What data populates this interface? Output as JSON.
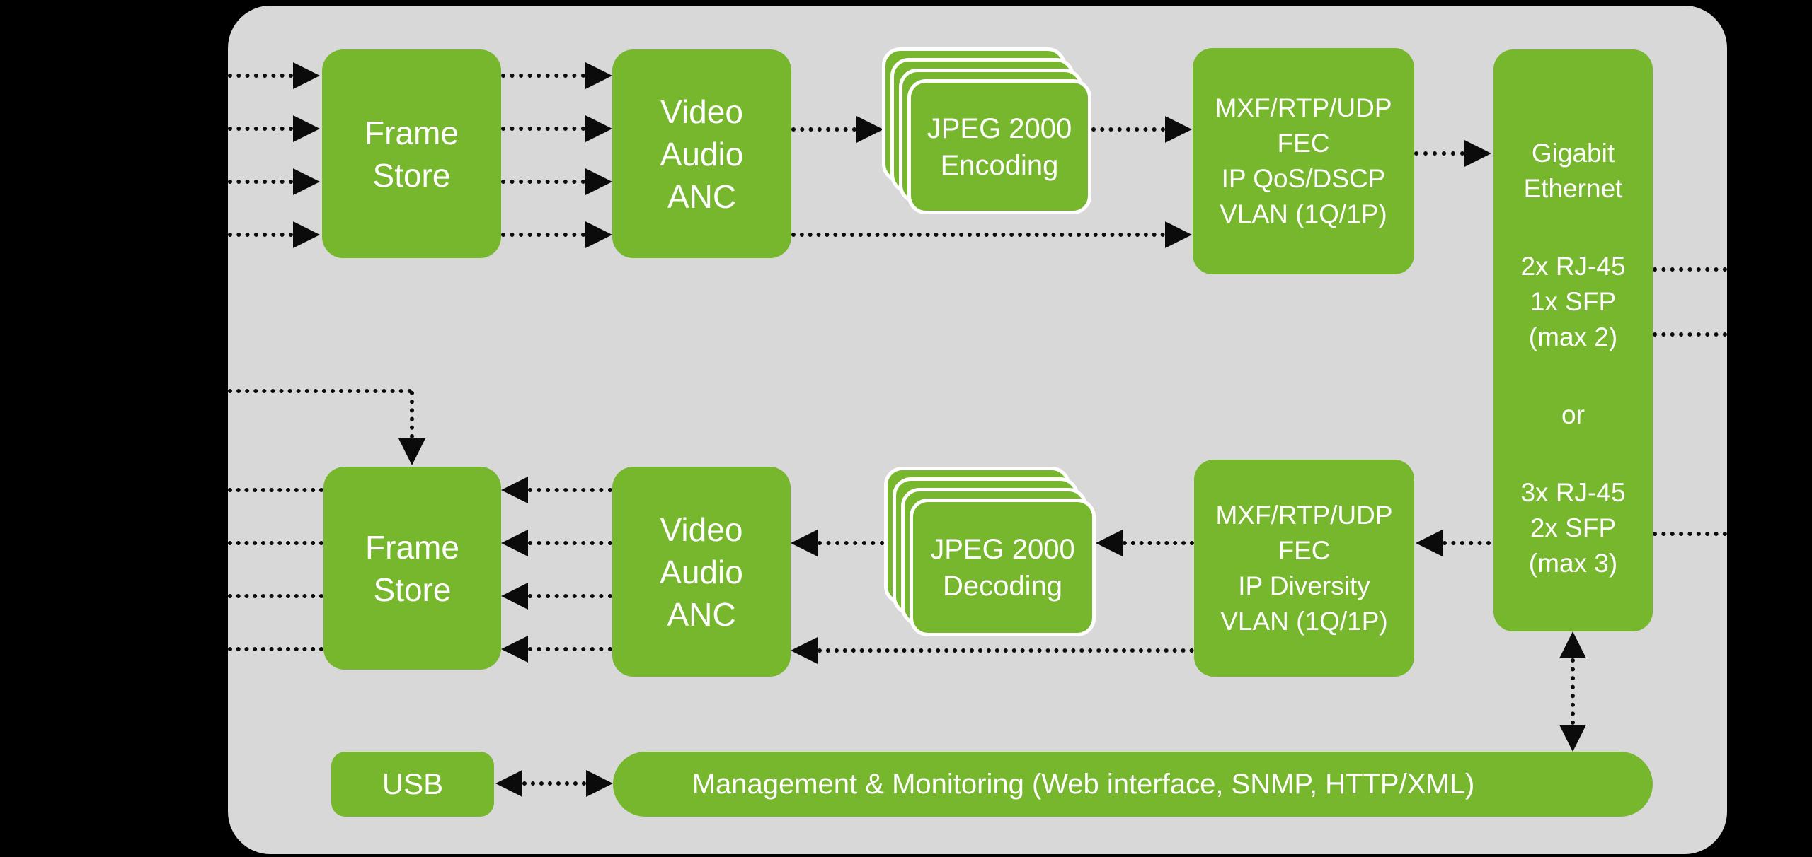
{
  "colors": {
    "background": "#000000",
    "panel": "#d8d8d8",
    "node_green": "#76b72d",
    "arrow_ink": "#0b0b0b",
    "text": "#ffffff"
  },
  "nodes": {
    "frame_store_top": {
      "lines": [
        "Frame",
        "Store"
      ]
    },
    "video_audio_anc_top": {
      "lines": [
        "Video",
        "Audio",
        "ANC"
      ]
    },
    "jpeg_encoding": {
      "lines": [
        "JPEG 2000",
        "Encoding"
      ]
    },
    "mxf_qos": {
      "lines": [
        "MXF/RTP/UDP",
        "FEC",
        "IP QoS/DSCP",
        "VLAN (1Q/1P)"
      ]
    },
    "gigabit_ethernet": {
      "title": [
        "Gigabit",
        "Ethernet"
      ],
      "option1": [
        "2x RJ-45",
        "1x SFP",
        "(max 2)"
      ],
      "separator": "or",
      "option2": [
        "3x RJ-45",
        "2x SFP",
        "(max 3)"
      ]
    },
    "mxf_diversity": {
      "lines": [
        "MXF/RTP/UDP",
        "FEC",
        "IP Diversity",
        "VLAN (1Q/1P)"
      ]
    },
    "jpeg_decoding": {
      "lines": [
        "JPEG 2000",
        "Decoding"
      ]
    },
    "video_audio_anc_bottom": {
      "lines": [
        "Video",
        "Audio",
        "ANC"
      ]
    },
    "frame_store_bottom": {
      "lines": [
        "Frame",
        "Store"
      ]
    },
    "usb": {
      "label": "USB"
    },
    "management": {
      "label": "Management & Monitoring (Web interface, SNMP, HTTP/XML)"
    }
  }
}
